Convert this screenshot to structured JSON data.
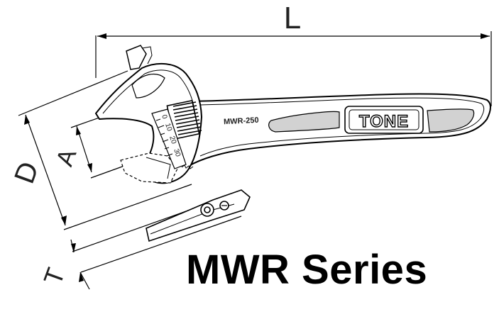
{
  "dimensions": {
    "length_label": "L",
    "width_label": "D",
    "opening_label": "A",
    "thickness_label": "T"
  },
  "wrench": {
    "model_marking": "MWR-250",
    "brand_marking": "TONE",
    "scale_numbers": [
      "0",
      "10",
      "20",
      "30"
    ]
  },
  "caption": "MWR Series",
  "colors": {
    "line": "#000000",
    "fill": "#ffffff",
    "slot": "#d2d2d2"
  }
}
